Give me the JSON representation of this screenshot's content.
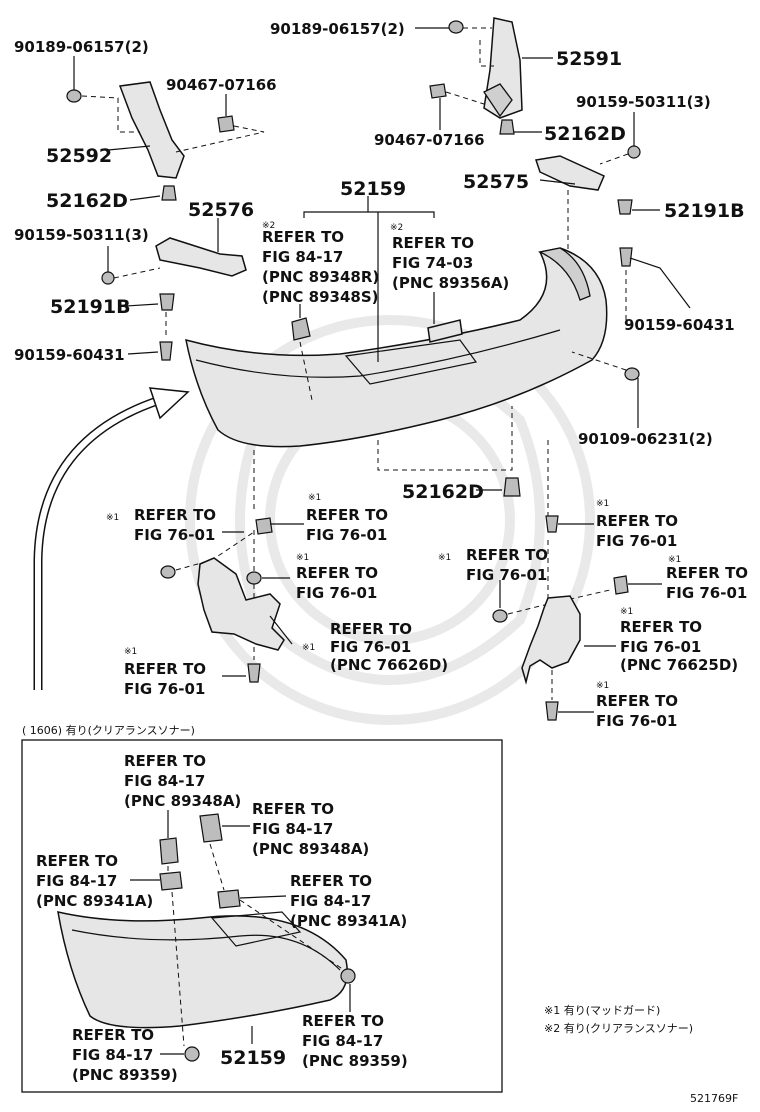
{
  "parts": {
    "p90189_top": "90189-06157(2)",
    "p52591": "52591",
    "p90189_left": "90189-06157(2)",
    "p90467_left": "90467-07166",
    "p90467_center": "90467-07166",
    "p52162D_top": "52162D",
    "p90159_right": "90159-50311(3)",
    "p52592": "52592",
    "p52575": "52575",
    "p52162D_left": "52162D",
    "p52159_main": "52159",
    "p52576": "52576",
    "p52191B_right": "52191B",
    "p90159_left": "90159-50311(3)",
    "p52191B_left": "52191B",
    "p90159_60431_right": "90159-60431",
    "p90159_60431_left": "90159-60431",
    "p90109": "90109-06231(2)",
    "p52162D_bottom": "52162D",
    "p52159_inset": "52159"
  },
  "refs": {
    "r1": {
      "mark": "※2",
      "l1": "REFER TO",
      "l2": "FIG 84-17",
      "l3": "(PNC 89348R)",
      "l4": "(PNC 89348S)"
    },
    "r2": {
      "mark": "※2",
      "l1": "REFER TO",
      "l2": "FIG 74-03",
      "l3": "(PNC 89356A)"
    },
    "r3": {
      "mark": "※1",
      "l1": "REFER TO",
      "l2": "FIG 76-01"
    },
    "r4": {
      "mark": "※1",
      "l1": "REFER TO",
      "l2": "FIG 76-01"
    },
    "r5": {
      "mark": "※1",
      "l1": "REFER TO",
      "l2": "FIG 76-01"
    },
    "r6": {
      "mark": "※1",
      "l1": "REFER TO",
      "l2": "FIG 76-01",
      "l3": "(PNC 76626D)"
    },
    "r7": {
      "mark": "※1",
      "l1": "REFER TO",
      "l2": "FIG 76-01"
    },
    "r8": {
      "mark": "※1",
      "l1": "REFER TO",
      "l2": "FIG 76-01"
    },
    "r9": {
      "mark": "※1",
      "l1": "REFER TO",
      "l2": "FIG 76-01"
    },
    "r10": {
      "mark": "※1",
      "l1": "REFER TO",
      "l2": "FIG 76-01"
    },
    "r11": {
      "mark": "※1",
      "l1": "REFER TO",
      "l2": "FIG 76-01",
      "l3": "(PNC 76625D)"
    },
    "r12": {
      "mark": "※1",
      "l1": "REFER TO",
      "l2": "FIG 76-01"
    },
    "i1": {
      "l1": "REFER TO",
      "l2": "FIG 84-17",
      "l3": "(PNC 89348A)"
    },
    "i2": {
      "l1": "REFER TO",
      "l2": "FIG 84-17",
      "l3": "(PNC 89348A)"
    },
    "i3": {
      "l1": "REFER TO",
      "l2": "FIG 84-17",
      "l3": "(PNC 89341A)"
    },
    "i4": {
      "l1": "REFER TO",
      "l2": "FIG 84-17",
      "l3": "(PNC 89341A)"
    },
    "i5": {
      "l1": "REFER TO",
      "l2": "FIG 84-17",
      "l3": "(PNC 89359)"
    },
    "i6": {
      "l1": "REFER TO",
      "l2": "FIG 84-17",
      "l3": "(PNC 89359)"
    }
  },
  "inset_title": "(      1606) 有り(クリアランスソナー)",
  "legend": {
    "note1": "※1 有り(マッドガード)",
    "note2": "※2 有り(クリアランスソナー)"
  },
  "figure_code": "521769F"
}
